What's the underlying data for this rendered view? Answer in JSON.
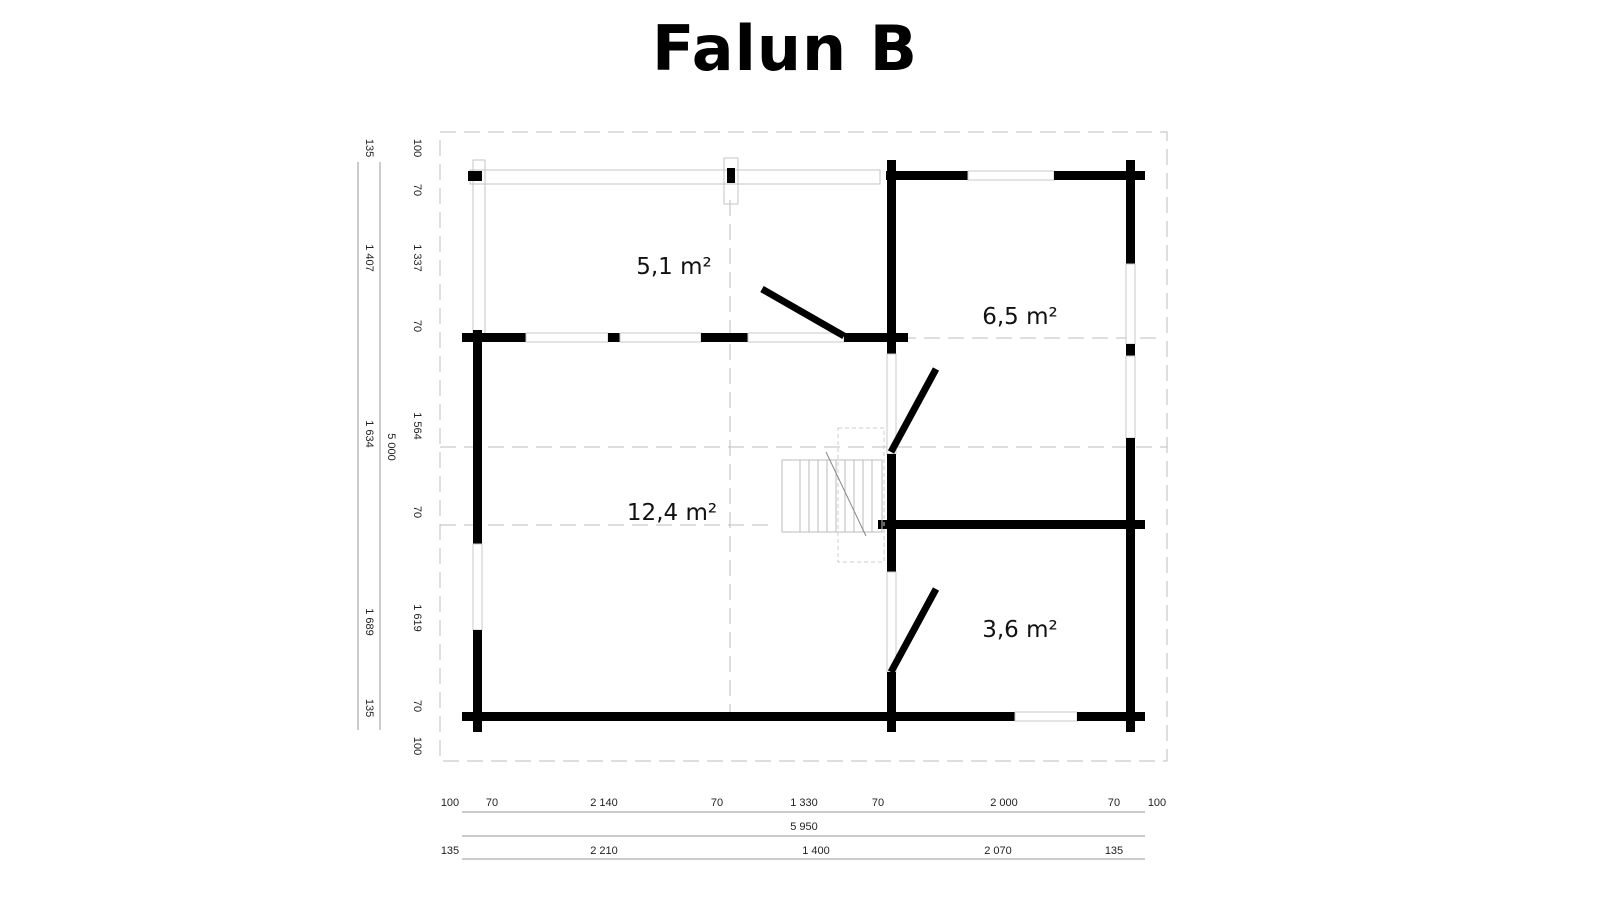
{
  "title": "Falun B",
  "rooms": [
    {
      "label": "5,1 m²"
    },
    {
      "label": "6,5 m²"
    },
    {
      "label": "12,4 m²"
    },
    {
      "label": "3,6 m²"
    }
  ],
  "dimensions": {
    "left_outer": [
      "135",
      "1 407",
      "1 634",
      "1 689",
      "135"
    ],
    "left_total": "5 000",
    "left_inner": [
      "100",
      "70",
      "1 337",
      "70",
      "1 564",
      "70",
      "1 619",
      "70",
      "100"
    ],
    "bottom_row1": [
      "100",
      "70",
      "2 140",
      "70",
      "1 330",
      "70",
      "2 000",
      "70",
      "100"
    ],
    "bottom_total": "5 950",
    "bottom_row3": [
      "135",
      "2 210",
      "1 400",
      "2 070",
      "135"
    ]
  }
}
